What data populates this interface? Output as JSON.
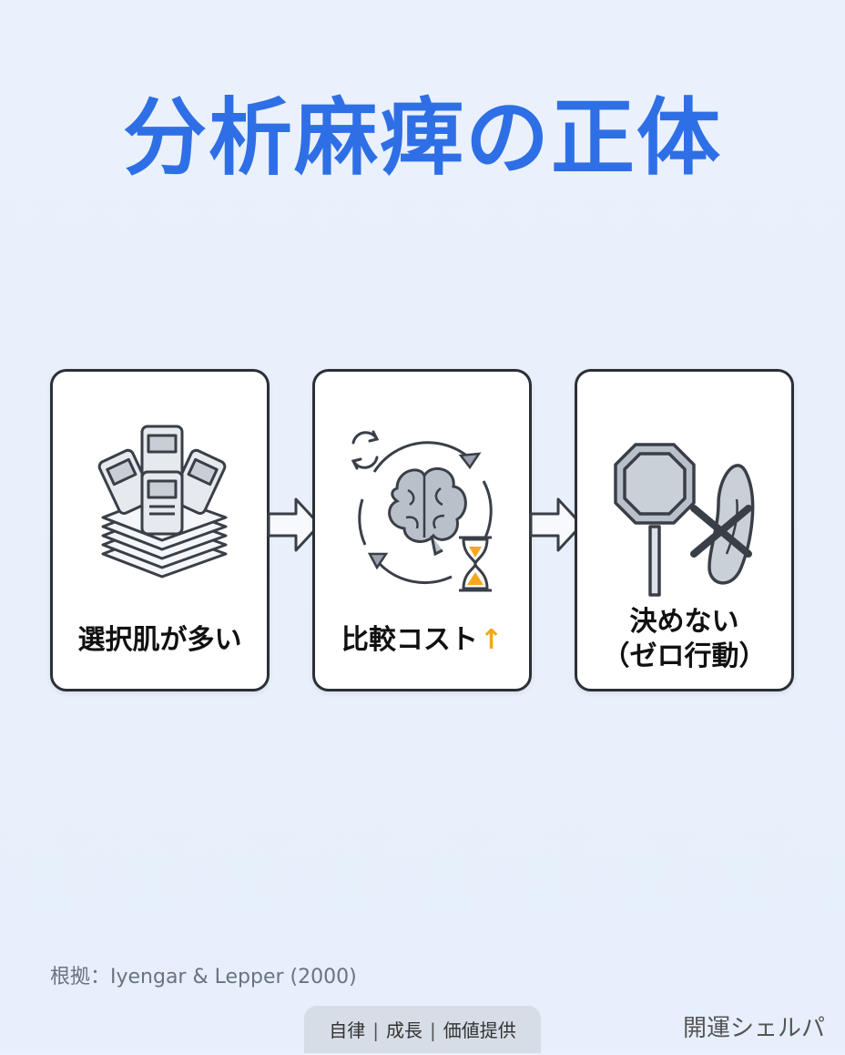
{
  "title": "分析麻痺の正体",
  "steps": [
    {
      "label": "選択肌が多い"
    },
    {
      "label": "比較コスト",
      "indicator": "↑"
    },
    {
      "label_line1": "決めない",
      "label_line2": "（ゼロ行動）"
    }
  ],
  "source": "根拠：Iyengar & Lepper (2000)",
  "tags": [
    "自律",
    "成長",
    "価値提供"
  ],
  "brand": "開運シェルパ",
  "colors": {
    "title": "#2f6fe6",
    "indicator": "#f4a81c",
    "card_border": "#2b2f36"
  }
}
